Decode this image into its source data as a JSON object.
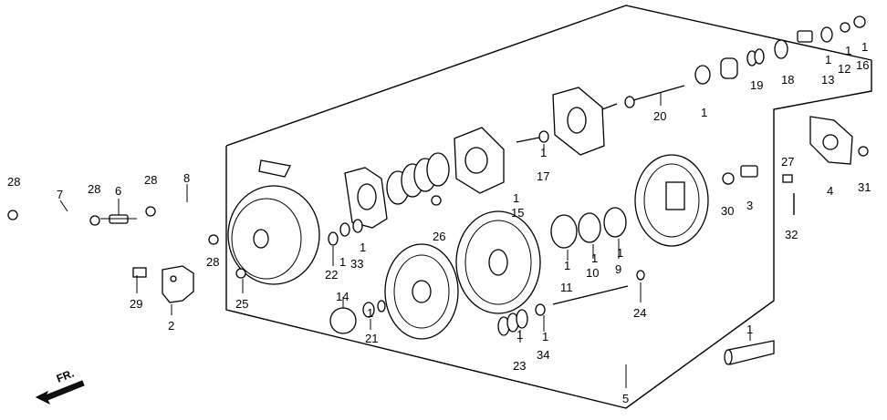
{
  "diagram": {
    "direction_label": "FR.",
    "callouts": [
      {
        "id": "c1",
        "text": "28"
      },
      {
        "id": "c2",
        "text": "7"
      },
      {
        "id": "c3",
        "text": "28"
      },
      {
        "id": "c4",
        "text": "6"
      },
      {
        "id": "c5",
        "text": "28"
      },
      {
        "id": "c6",
        "text": "8"
      },
      {
        "id": "c7",
        "text": "28"
      },
      {
        "id": "c8",
        "text": "29"
      },
      {
        "id": "c9",
        "text": "2"
      },
      {
        "id": "c10",
        "text": "25"
      },
      {
        "id": "c11",
        "text": "22"
      },
      {
        "id": "c12",
        "text": "1"
      },
      {
        "id": "c13",
        "text": "1"
      },
      {
        "id": "c14",
        "text": "33"
      },
      {
        "id": "c15",
        "text": "14"
      },
      {
        "id": "c16",
        "text": "1"
      },
      {
        "id": "c17",
        "text": "21"
      },
      {
        "id": "c18",
        "text": "26"
      },
      {
        "id": "c19",
        "text": "1"
      },
      {
        "id": "c20",
        "text": "15"
      },
      {
        "id": "c21",
        "text": "1"
      },
      {
        "id": "c22",
        "text": "23"
      },
      {
        "id": "c23",
        "text": "1"
      },
      {
        "id": "c24",
        "text": "34"
      },
      {
        "id": "c25",
        "text": "1"
      },
      {
        "id": "c26",
        "text": "17"
      },
      {
        "id": "c27",
        "text": "20"
      },
      {
        "id": "c28",
        "text": "1"
      },
      {
        "id": "c29",
        "text": "19"
      },
      {
        "id": "c30",
        "text": "18"
      },
      {
        "id": "c31",
        "text": "1"
      },
      {
        "id": "c32",
        "text": "13"
      },
      {
        "id": "c33",
        "text": "1"
      },
      {
        "id": "c34",
        "text": "12"
      },
      {
        "id": "c35",
        "text": "1"
      },
      {
        "id": "c36",
        "text": "16"
      },
      {
        "id": "c37",
        "text": "1"
      },
      {
        "id": "c38",
        "text": "11"
      },
      {
        "id": "c39",
        "text": "1"
      },
      {
        "id": "c40",
        "text": "10"
      },
      {
        "id": "c41",
        "text": "1"
      },
      {
        "id": "c42",
        "text": "9"
      },
      {
        "id": "c43",
        "text": "24"
      },
      {
        "id": "c44",
        "text": "30"
      },
      {
        "id": "c45",
        "text": "3"
      },
      {
        "id": "c46",
        "text": "27"
      },
      {
        "id": "c47",
        "text": "32"
      },
      {
        "id": "c48",
        "text": "4"
      },
      {
        "id": "c49",
        "text": "31"
      },
      {
        "id": "c50",
        "text": "1"
      },
      {
        "id": "c51",
        "text": "5"
      }
    ]
  }
}
